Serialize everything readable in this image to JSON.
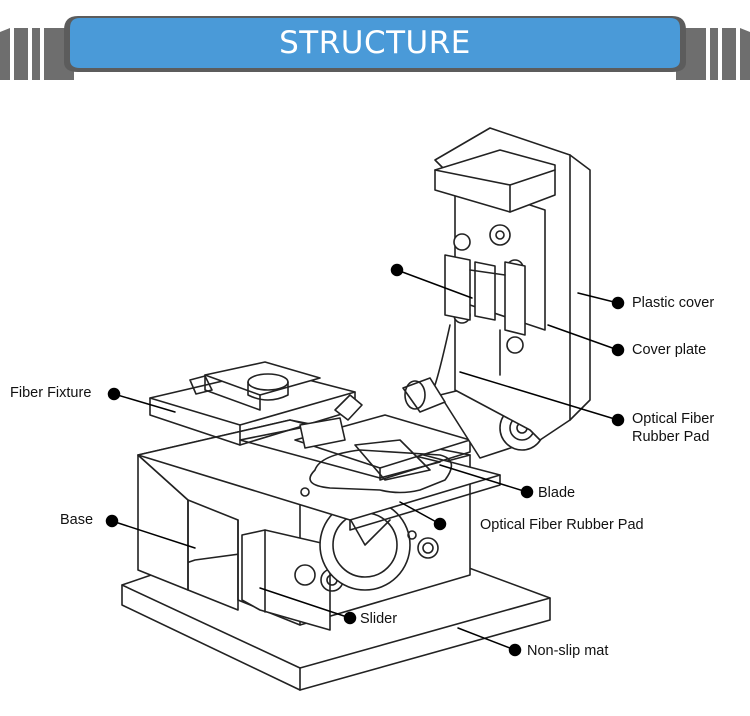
{
  "header": {
    "title": "STRUCTURE",
    "accent_color": "#4a9ad8",
    "bar_color": "#6e6e6e"
  },
  "labels": {
    "plastic_cover": "Plastic cover",
    "cover_plate": "Cover plate",
    "fiber_rubber_pad_top_line1": "Optical Fiber",
    "fiber_rubber_pad_top_line2": "Rubber Pad",
    "fiber_fixture": "Fiber Fixture",
    "blade": "Blade",
    "base": "Base",
    "fiber_rubber_pad_bottom": "Optical Fiber Rubber Pad",
    "slider": "Slider",
    "non_slip_mat": "Non-slip mat"
  }
}
